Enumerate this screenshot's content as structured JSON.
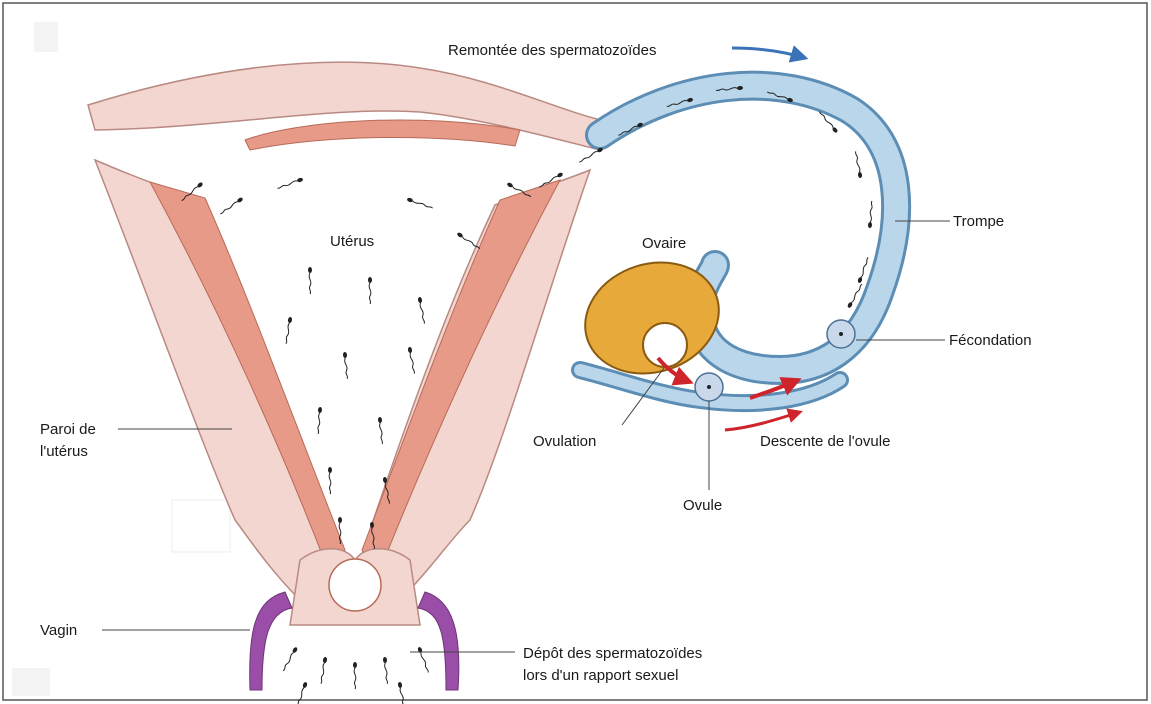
{
  "labels": {
    "remontee": "Remontée des spermatozoïdes",
    "uterus": "Utérus",
    "trompe": "Trompe",
    "ovaire": "Ovaire",
    "fecondation": "Fécondation",
    "paroi_line1": "Paroi de",
    "paroi_line2": "l'utérus",
    "ovulation": "Ovulation",
    "descente": "Descente de l'ovule",
    "ovule": "Ovule",
    "vagin": "Vagin",
    "depot_line1": "Dépôt des spermatozoïdes",
    "depot_line2": "lors d'un rapport sexuel"
  },
  "colors": {
    "uterus_wall": "#f3d6d0",
    "endometrium": "#e89a88",
    "tube": "#b9d6ea",
    "tube_outline": "#5c8db5",
    "ovary": "#e6a93a",
    "vagina": "#9a4ea8",
    "arrow_red": "#d0242c",
    "arrow_blue": "#3a73b8",
    "sperm": "#222222"
  }
}
